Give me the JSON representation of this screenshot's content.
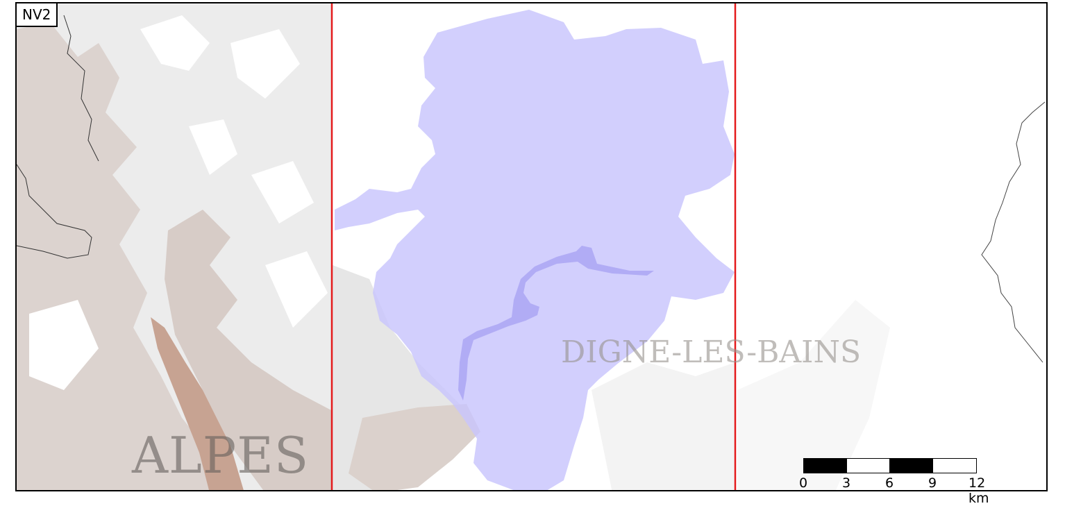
{
  "map": {
    "corner_label": "NV2",
    "place_labels": {
      "alpes": "ALPES",
      "digne": "DIGNE-LES-BAINS"
    },
    "colors": {
      "zone_fill": "#c8c4fc",
      "zone_dark": "#a9a3f2",
      "frame_line": "#e41a1c",
      "terrain_light": "#e8e8e8",
      "terrain_mid": "#d9d2ce",
      "terrain_dark": "#c9a08a",
      "border_line": "#333333"
    },
    "scale_bar": {
      "ticks": [
        "0",
        "3",
        "6",
        "9",
        "12 km"
      ]
    }
  }
}
